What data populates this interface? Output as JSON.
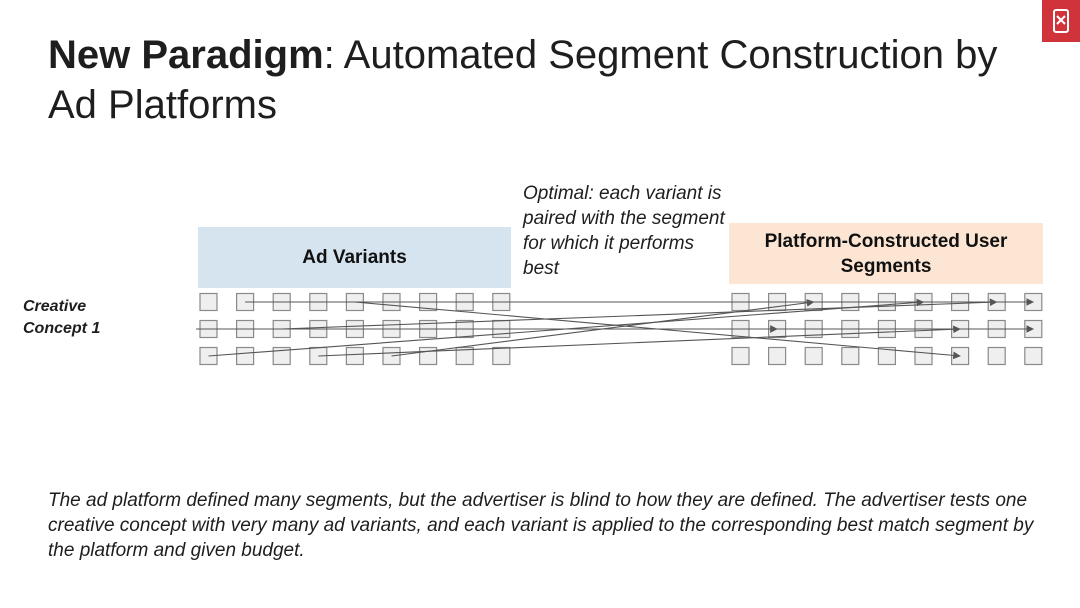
{
  "slide": {
    "title_bold": "New Paradigm",
    "title_rest": ": Automated Segment Construction by Ad Platforms",
    "ad_variants_label": "Ad Variants",
    "segments_label": "Platform-Constructed User Segments",
    "annotation": "Optimal: each variant is paired with the segment for which it performs best",
    "concept_label": "Creative Concept 1",
    "caption": "The ad platform defined many segments, but the advertiser is blind to how they are defined. The advertiser tests one creative concept with very many ad variants, and each variant is applied to the corresponding best match segment by the platform and given budget."
  },
  "diagram": {
    "rows": 3,
    "left_columns": 9,
    "right_columns": 9,
    "pairings": [
      {
        "from": [
          0,
          1
        ],
        "to": [
          0,
          8
        ]
      },
      {
        "from": [
          0,
          4
        ],
        "to": [
          2,
          6
        ]
      },
      {
        "from": [
          1,
          0
        ],
        "to": [
          1,
          1
        ]
      },
      {
        "from": [
          1,
          2
        ],
        "to": [
          0,
          7
        ]
      },
      {
        "from": [
          1,
          8
        ],
        "to": [
          1,
          8
        ]
      },
      {
        "from": [
          2,
          0
        ],
        "to": [
          0,
          5
        ]
      },
      {
        "from": [
          2,
          3
        ],
        "to": [
          1,
          6
        ]
      },
      {
        "from": [
          2,
          5
        ],
        "to": [
          0,
          2
        ]
      }
    ]
  },
  "colors": {
    "ad_box": "#d6e4f0",
    "segment_box": "#fce5d3",
    "square_fill": "#efefef",
    "square_stroke": "#8a8a8a",
    "arrow": "#555555",
    "badge": "#d0343a"
  },
  "icons": {
    "corner_badge": "phone-icon"
  }
}
